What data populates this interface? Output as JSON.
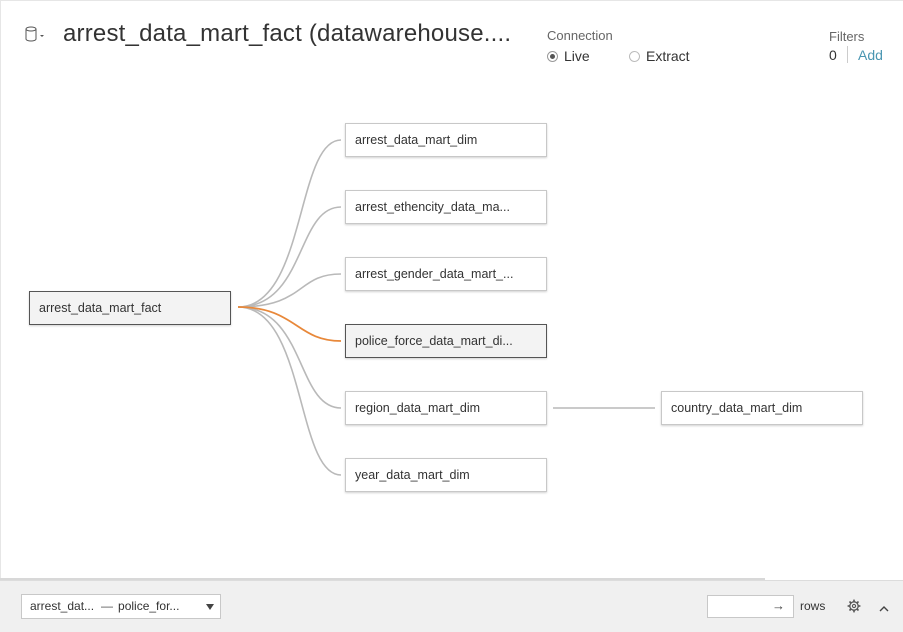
{
  "header": {
    "title": "arrest_data_mart_fact (datawarehouse....",
    "connection": {
      "label": "Connection",
      "options": [
        "Live",
        "Extract"
      ],
      "selected": "Live"
    },
    "filters": {
      "label": "Filters",
      "count": "0",
      "add_label": "Add"
    }
  },
  "canvas": {
    "fact_table": "arrest_data_mart_fact",
    "dimension_tables": [
      "arrest_data_mart_dim",
      "arrest_ethencity_data_ma...",
      "arrest_gender_data_mart_...",
      "police_force_data_mart_di...",
      "region_data_mart_dim",
      "year_data_mart_dim"
    ],
    "selected_table": "police_force_data_mart_di...",
    "secondary_table": "country_data_mart_dim"
  },
  "footer": {
    "selector_left": "arrest_dat...",
    "selector_sep": "—",
    "selector_right": "police_for...",
    "rows_arrow": "→",
    "rows_label": "rows"
  },
  "colors": {
    "link": "#b9b9b9",
    "selected_link": "#e8883a",
    "add_link": "#4996b2"
  },
  "icons": [
    "datasource-icon",
    "gear-icon",
    "chevron-up-icon",
    "dropdown-caret-icon",
    "arrow-right-icon"
  ]
}
